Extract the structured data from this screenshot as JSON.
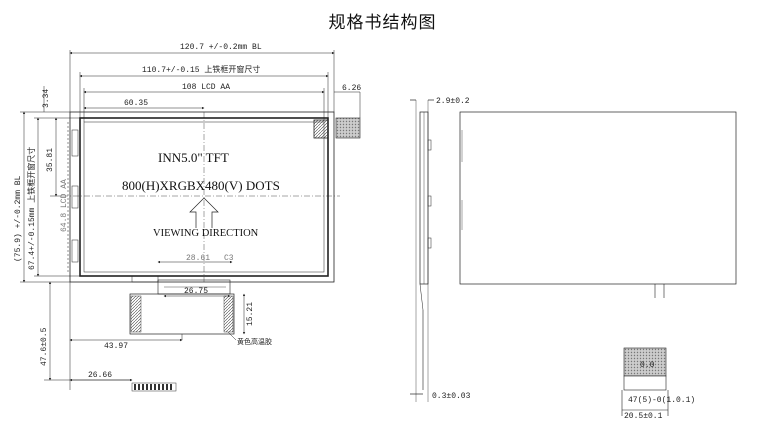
{
  "title": "规格书结构图",
  "front_view": {
    "dims": {
      "overall_width": "120.7 +/-0.2mm BL",
      "bezel_opening_width": "110.7+/-0.15 上铁框开窗尺寸",
      "lcd_aa_width": "108 LCD AA",
      "offset_60": "60.35",
      "top_margin": "3.34",
      "right_offset": "6.26",
      "overall_height": "(75.9) +/-0.2mm BL",
      "bezel_opening_height": "67.4+/-0.15mm 上铁框开窗尺寸",
      "lcd_aa_height": "64.8 LCD AA",
      "center_height": "35.81",
      "fpc_offset": "28.61",
      "fpc_pin": "C3",
      "fpc_width": "26.75",
      "fpc_height": "15.21",
      "fpc_left": "43.97",
      "tape_note": "黄色高温胶",
      "fpc_length": "47.6±0.5",
      "fpc_end": "26.66"
    },
    "panel_text": {
      "line1": "INN5.0\" TFT",
      "line2": "800(H)XRGBX480(V) DOTS",
      "line3": "VIEWING DIRECTION"
    }
  },
  "side_view": {
    "thickness": "2.9±0.2",
    "bottom": "0.3±0.03"
  },
  "detail": {
    "inner_label": "0.0",
    "pitch_label": "47(5)-0(1.0.1)",
    "bottom": "20.5±0.1"
  }
}
